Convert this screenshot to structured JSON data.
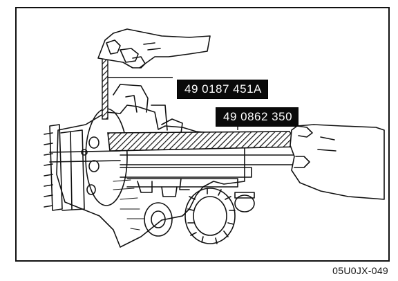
{
  "figure": {
    "callouts": [
      {
        "part_number": "49 0187 451A"
      },
      {
        "part_number": "49 0862 350"
      }
    ],
    "figure_code": "05U0JX-049"
  },
  "colors": {
    "ink": "#0a0a0a",
    "paper": "#ffffff"
  }
}
